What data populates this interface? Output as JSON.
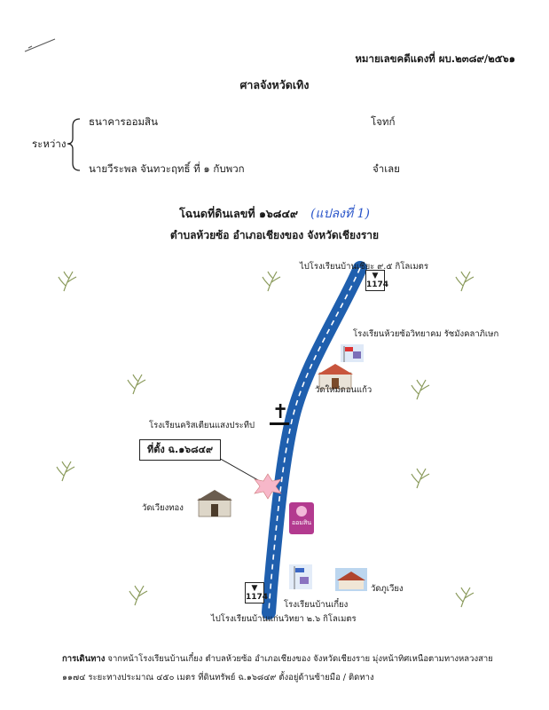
{
  "header": {
    "case_number": "หมายเลขคดีแดงที่ ผบ.๒๓๘๙/๒๕๖๑",
    "court": "ศาลจังหวัดเทิง"
  },
  "parties": {
    "between_label": "ระหว่าง",
    "plaintiff_name": "ธนาคารออมสิน",
    "plaintiff_role": "โจทก์",
    "defendant_name": "นายวีระพล  จันทวะฤทธิ์ ที่ ๑ กับพวก",
    "defendant_role": "จำเลย"
  },
  "deed": {
    "title": "โฉนดที่ดินเลขที่ ๑๖๘๔๙",
    "handwritten_note": "(แปลงที่ 1)",
    "location": "ตำบลห้วยซ้อ อำเภอเชียงของ จังหวัดเชียงราย"
  },
  "map": {
    "road_color": "#1f5fae",
    "road_number": "1174",
    "labels": {
      "north_destination": "ไปโรงเรียนบ้านเชียะ ๙.๕ กิโลเมตร",
      "school_huaisor": "โรงเรียนห้วยซ้อวิทยาคม รัชมังคลาภิเษก",
      "temple_mai_don_kaew": "วัดใหม่ดอนแก้ว",
      "christian_school": "โรงเรียนคริสเตียนแสงประทีป",
      "site_label": "ที่ตั้ง ฉ.๑๖๘๔๙",
      "temple_wiang_thong": "วัดเวียงทอง",
      "gsb": "ออมสิน",
      "temple_phu_wiang": "วัดภูเวียง",
      "school_baan_kiang": "โรงเรียนบ้านเกี๋ยง",
      "south_destination": "ไปโรงเรียนบ้านแก่นวิทยา ๒.๖ กิโลเมตร"
    },
    "icons": [
      "rice-plant-icon",
      "church-cross-icon",
      "temple-icon",
      "school-flag-icon",
      "gsb-bank-logo",
      "location-star-icon",
      "highway-shield-icon"
    ]
  },
  "directions": {
    "heading": "การเดินทาง",
    "line1": "จากหน้าโรงเรียนบ้านเกี๋ยง ตำบลห้วยซ้อ อำเภอเชียงของ จังหวัดเชียงราย มุ่งหน้าทิศเหนือตามทางหลวงสาย",
    "line2": "๑๑๗๔ ระยะทางประมาณ ๔๕๐ เมตร ที่ดินทรัพย์ ฉ.๑๖๘๔๙ ตั้งอยู่ด้านซ้ายมือ / ติดทาง"
  }
}
